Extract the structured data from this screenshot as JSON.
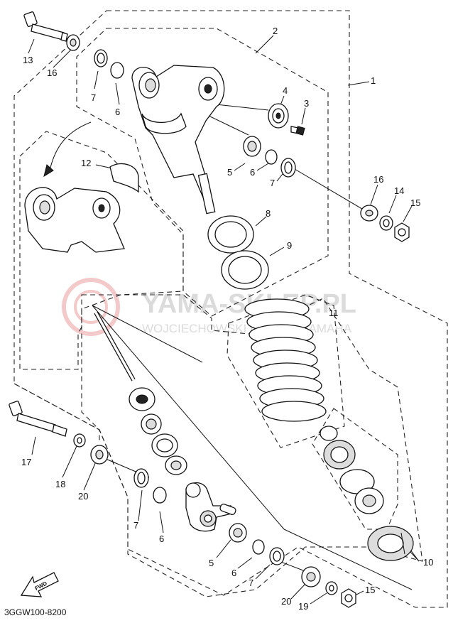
{
  "diagram_code": "3GGW100-8200",
  "fwd_label": "FWD",
  "watermark": {
    "title": "YAMA-SKLEP.PL",
    "subtitle": "WOJCIECHOWSKI DEALER YAMAHA"
  },
  "callouts": {
    "c1": "1",
    "c2": "2",
    "c3": "3",
    "c4": "4",
    "c5a": "5",
    "c5b": "5",
    "c6a": "6",
    "c6b": "6",
    "c6c": "6",
    "c6d": "6",
    "c7a": "7",
    "c7b": "7",
    "c7c": "7",
    "c7d": "7",
    "c8": "8",
    "c9": "9",
    "c10": "10",
    "c11": "11",
    "c12": "12",
    "c13": "13",
    "c14": "14",
    "c15a": "15",
    "c15b": "15",
    "c16a": "16",
    "c16b": "16",
    "c17": "17",
    "c18": "18",
    "c19": "19",
    "c20a": "20",
    "c20b": "20"
  }
}
